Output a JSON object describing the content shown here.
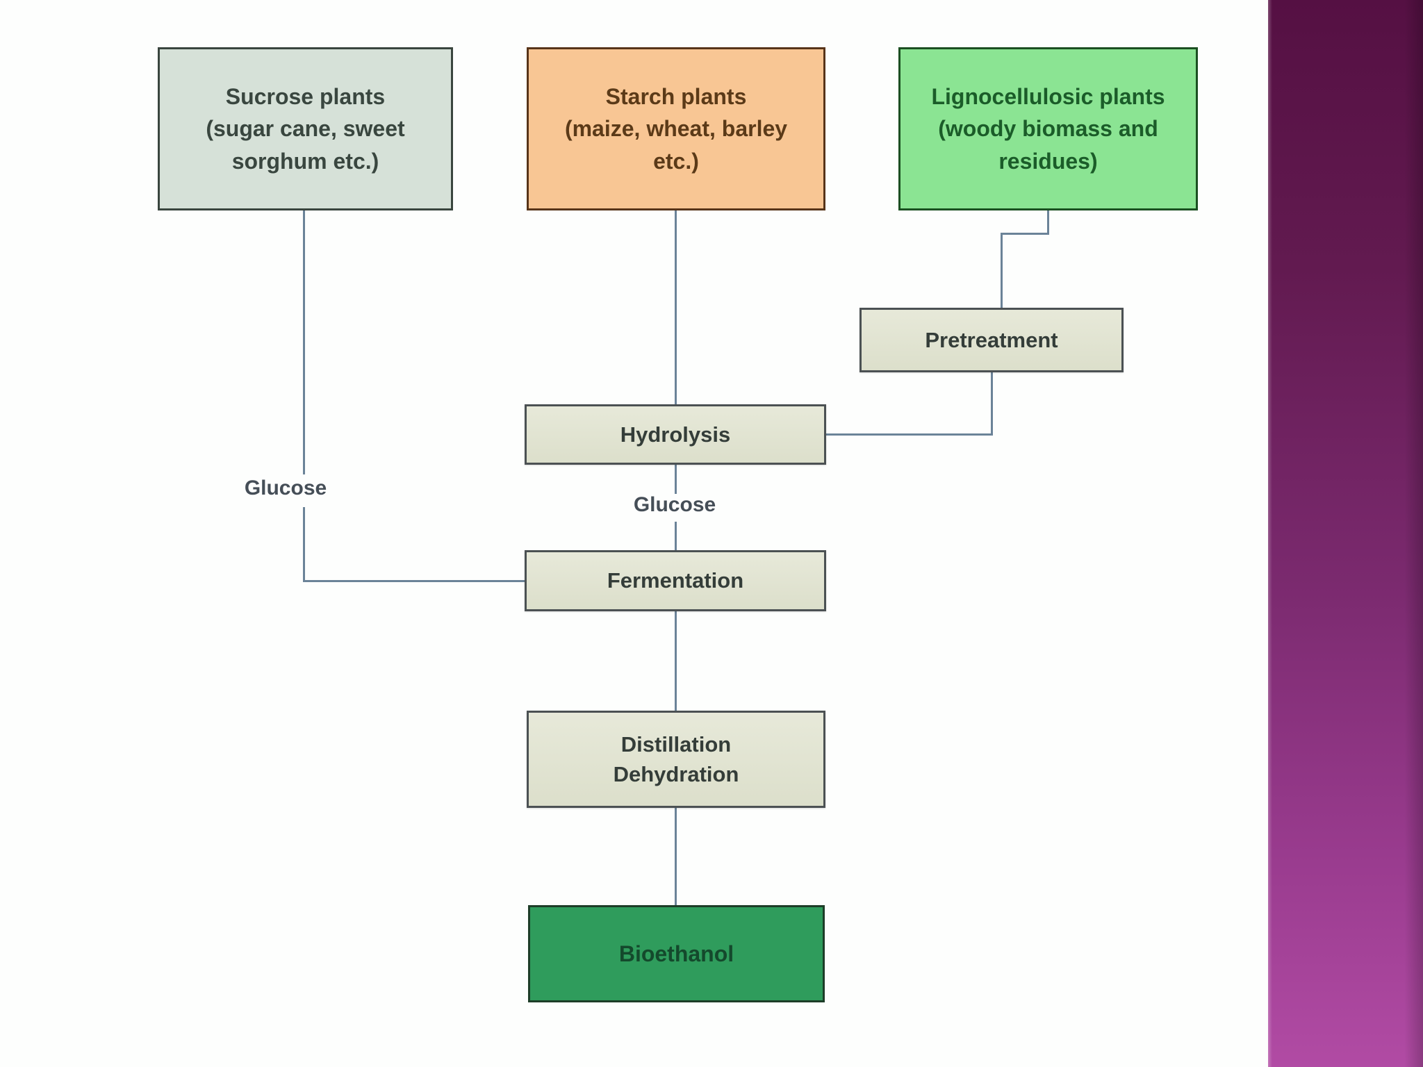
{
  "slide": {
    "background_color": "#fdfefd",
    "connector_color": "#6b8398",
    "sidebar": {
      "gradient_top": "#551043",
      "gradient_bottom": "#b14ba4"
    }
  },
  "diagram": {
    "feedstock_boxes": [
      {
        "id": "sucrose",
        "label": "Sucrose plants\n(sugar cane, sweet\nsorghum etc.)",
        "fill": "#d6e1d8",
        "border": "#39453e",
        "text_color": "#39463f"
      },
      {
        "id": "starch",
        "label": "Starch plants\n(maize, wheat, barley\netc.)",
        "fill": "#f8c694",
        "border": "#573419",
        "text_color": "#5b3a18"
      },
      {
        "id": "lignocellulosic",
        "label": "Lignocellulosic plants\n(woody biomass and\nresidues)",
        "fill": "#8be493",
        "border": "#1b4f21",
        "text_color": "#1b5c29"
      }
    ],
    "process_boxes": [
      {
        "id": "pretreatment",
        "label": "Pretreatment",
        "fill": "#e1e4d2",
        "border": "#4b5153",
        "text_color": "#343d39"
      },
      {
        "id": "hydrolysis",
        "label": "Hydrolysis",
        "fill": "#e1e4d2",
        "border": "#4b5153",
        "text_color": "#343d39"
      },
      {
        "id": "fermentation",
        "label": "Fermentation",
        "fill": "#e1e4d2",
        "border": "#4b5153",
        "text_color": "#343d39"
      },
      {
        "id": "distillation",
        "label": "Distillation\nDehydration",
        "fill": "#e1e4d2",
        "border": "#4b5153",
        "text_color": "#343d39"
      }
    ],
    "product_box": {
      "id": "bioethanol",
      "label": "Bioethanol",
      "fill": "#2f9c5c",
      "border": "#1d3d28",
      "text_color": "#14492c"
    },
    "edge_labels": [
      {
        "id": "glucose_left",
        "label": "Glucose"
      },
      {
        "id": "glucose_center",
        "label": "Glucose"
      }
    ]
  }
}
